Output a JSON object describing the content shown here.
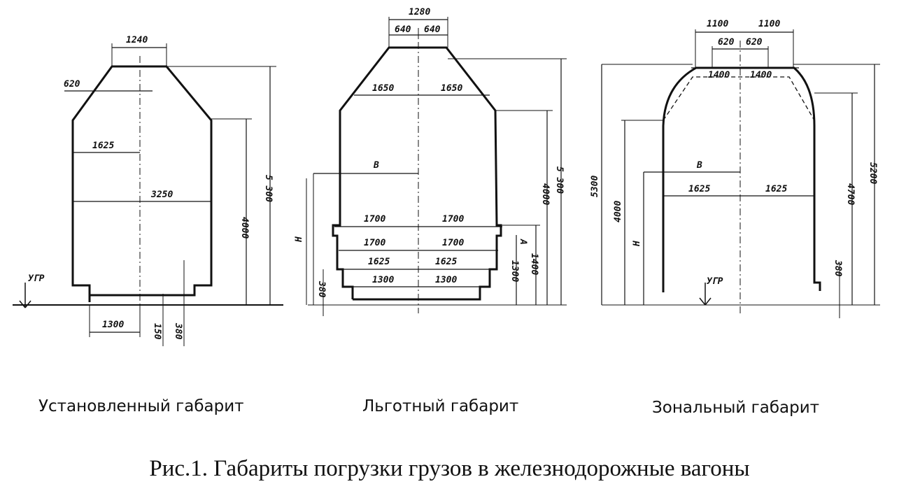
{
  "figure_caption": "Рис.1. Габариты погрузки грузов в железнодорожные вагоны",
  "panels": [
    {
      "caption": "Установленный габарит",
      "labels": {
        "top_width": "1240",
        "bevel": "620",
        "half_width": "1625",
        "full_width": "3250",
        "bottom_width": "1300",
        "h_150": "150",
        "h_380": "380",
        "h_4000": "4000",
        "h_5300": "5 300",
        "ugr": "УГР"
      }
    },
    {
      "caption": "Льготный габарит",
      "labels": {
        "top_total": "1280",
        "top_left": "640",
        "top_right": "640",
        "upper_left": "1650",
        "upper_right": "1650",
        "b": "В",
        "w1700a_l": "1700",
        "w1700a_r": "1700",
        "w1700b_l": "1700",
        "w1700b_r": "1700",
        "w1625_l": "1625",
        "w1625_r": "1625",
        "w1300_l": "1300",
        "w1300_r": "1300",
        "h_n": "Н",
        "h_380": "380",
        "h_1300": "1300",
        "h_1400": "1400",
        "h_4000": "4000",
        "h_5300": "5 300",
        "h_a": "А"
      }
    },
    {
      "caption": "Зональный габарит",
      "labels": {
        "top_l": "1100",
        "top_r": "1100",
        "mid_l": "620",
        "mid_r": "620",
        "inner_l": "1400",
        "inner_r": "1400",
        "b": "В",
        "half_l": "1625",
        "half_r": "1625",
        "h_5300": "5300",
        "h_4000": "4000",
        "h_n": "Н",
        "h_4700": "4700",
        "h_5200": "5200",
        "h_380": "380",
        "ugr": "УГР"
      }
    }
  ]
}
